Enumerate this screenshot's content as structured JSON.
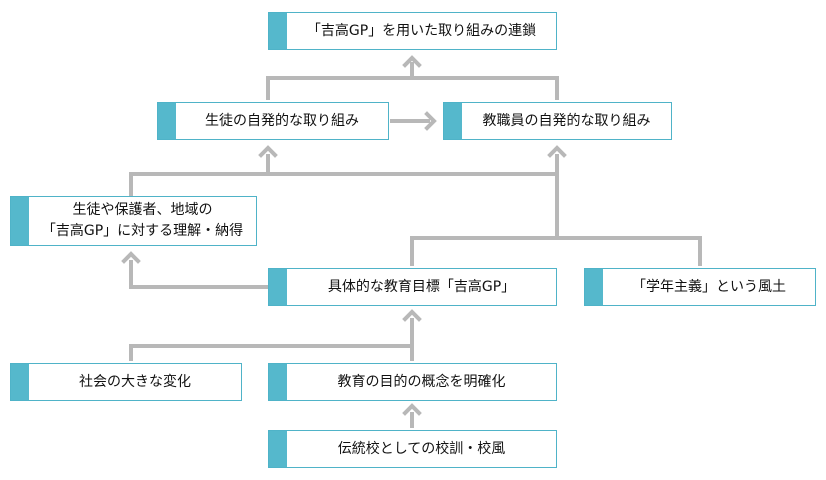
{
  "colors": {
    "accent": "#55b8cc",
    "border": "#4fb3c8",
    "connector": "#b8b8b8",
    "text": "#111111"
  },
  "nodes": {
    "chain": "「吉高GP」を用いた取り組みの連鎖",
    "student_initiative": "生徒の自発的な取り組み",
    "staff_initiative": "教職員の自発的な取り組み",
    "understanding": "生徒や保護者、地域の\n「吉高GP」に対する理解・納得",
    "concrete_goal": "具体的な教育目標「吉高GP」",
    "climate": "「学年主義」という風土",
    "social_change": "社会の大きな変化",
    "clarify_purpose": "教育の目的の概念を明確化",
    "tradition": "伝統校としての校訓・校風"
  }
}
